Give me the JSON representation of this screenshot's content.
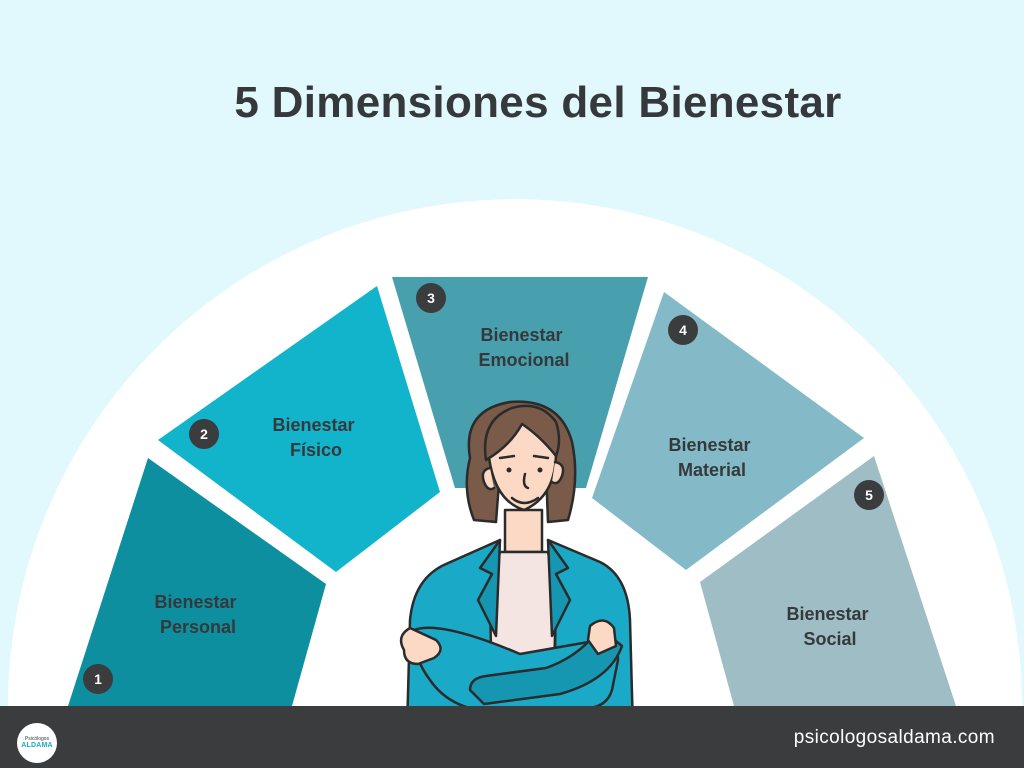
{
  "title": "5 Dimensiones del Bienestar",
  "colors": {
    "background": "#e1f8fd",
    "arc": "#ffffff",
    "personal": "#0e8fa0",
    "fisico": "#12b4cb",
    "emocional": "#489fae",
    "material": "#84bac7",
    "social": "#9fbdc4",
    "badge": "#3b3c3e",
    "footer": "#3b3c3e"
  },
  "segments": [
    {
      "number": "1",
      "line1": "Bienestar",
      "line2": "Personal"
    },
    {
      "number": "2",
      "line1": "Bienestar",
      "line2": "Físico"
    },
    {
      "number": "3",
      "line1": "Bienestar",
      "line2": "Emocional"
    },
    {
      "number": "4",
      "line1": "Bienestar",
      "line2": "Material"
    },
    {
      "number": "5",
      "line1": "Bienestar",
      "line2": "Social"
    }
  ],
  "footer": {
    "logo_small": "Psicólogos",
    "logo_brand": "ALDAMA",
    "website": "psicologosaldama.com"
  }
}
